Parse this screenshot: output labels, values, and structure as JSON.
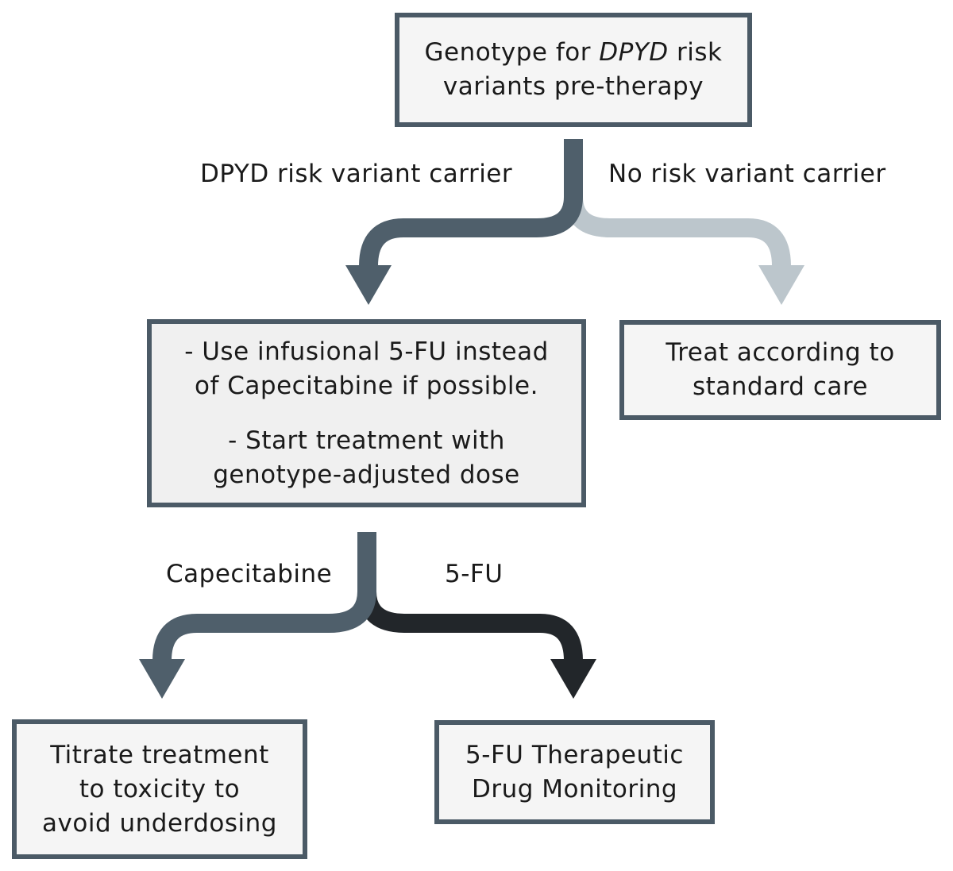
{
  "colors": {
    "box_border": "#4b5a66",
    "arrow_dark_slate": "#4f5f6b",
    "arrow_light": "#bcc6cc",
    "arrow_black": "#22262a"
  },
  "top_box": {
    "line1_prefix": "Genotype for ",
    "line1_italic": "DPYD",
    "line1_suffix": " risk",
    "line2": "variants pre-therapy"
  },
  "branch1": {
    "left_label": "DPYD risk variant carrier",
    "right_label": "No risk variant carrier"
  },
  "carrier_box": {
    "line1": "- Use infusional 5-FU instead",
    "line2": "of Capecitabine if possible.",
    "line3": "- Start treatment with",
    "line4": "genotype-adjusted dose"
  },
  "standard_box": {
    "line1": "Treat according to",
    "line2": "standard care"
  },
  "branch2": {
    "left_label": "Capecitabine",
    "right_label": "5-FU"
  },
  "titrate_box": {
    "line1": "Titrate treatment",
    "line2": "to toxicity to",
    "line3": "avoid underdosing"
  },
  "tdm_box": {
    "line1": "5-FU Therapeutic",
    "line2": "Drug Monitoring"
  }
}
